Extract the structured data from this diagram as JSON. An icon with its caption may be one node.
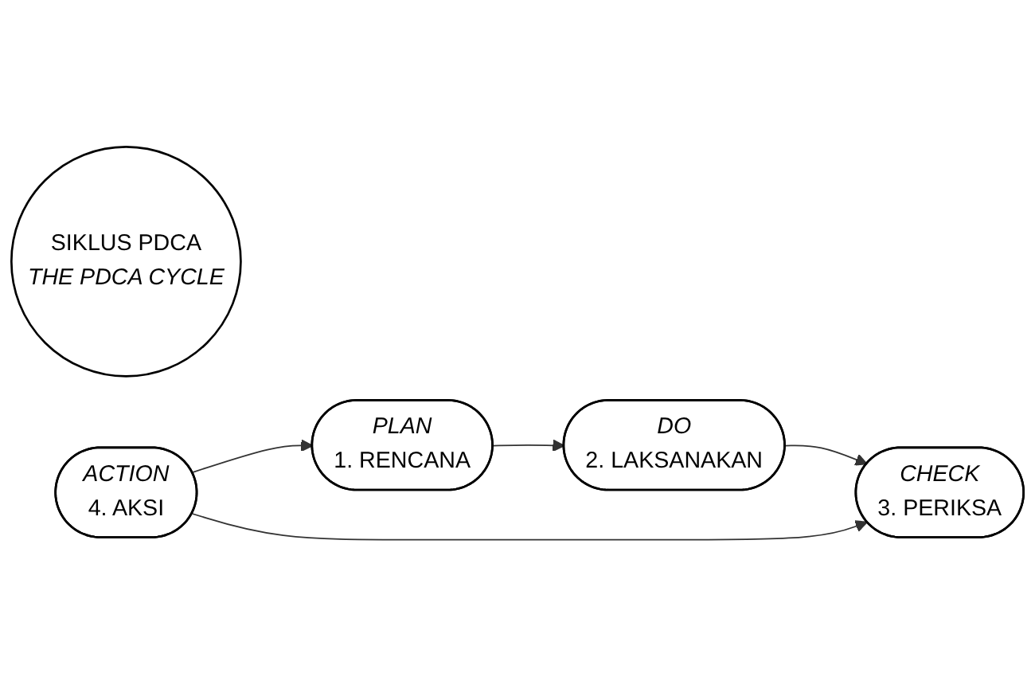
{
  "diagram": {
    "nodes": [
      {
        "text": [
          "SIKLUS PDCA",
          "THE PDCA CYCLE"
        ]
      },
      {
        "text": [
          "PLAN",
          "1. RENCANA"
        ]
      },
      {
        "text": [
          "DO",
          "2. LAKSANAKAN"
        ]
      },
      {
        "text": [
          "CHECK",
          "3. PERIKSA"
        ]
      },
      {
        "text": [
          "ACTION",
          "4. AKSI"
        ]
      }
    ],
    "edges": [
      {
        "from": 1,
        "to": 2,
        "arrow": "to"
      },
      {
        "from": 2,
        "to": 3,
        "arrow": "to"
      },
      {
        "from": 4,
        "to": 3,
        "arrow": "to"
      },
      {
        "from": 4,
        "to": 1,
        "arrow": "to"
      }
    ]
  }
}
